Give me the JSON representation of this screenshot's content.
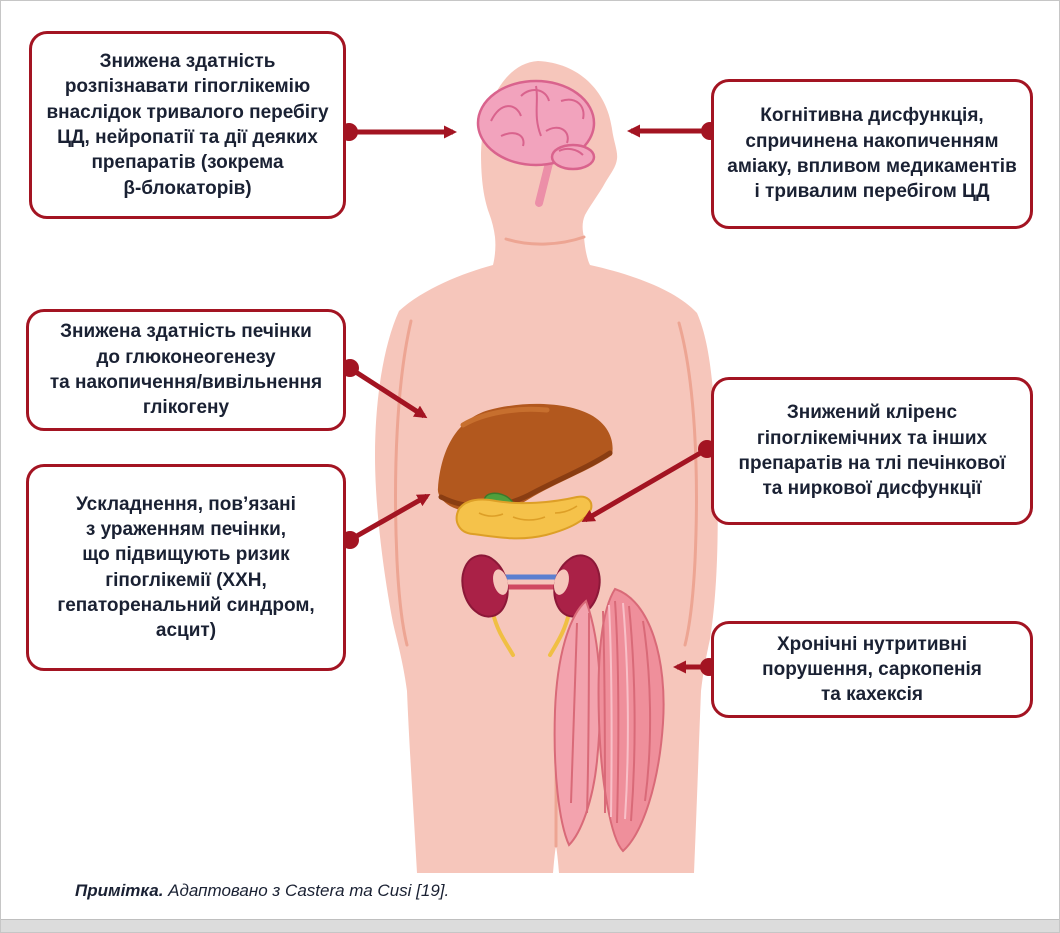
{
  "callouts": [
    {
      "target": "brain",
      "text": "Знижена здатність\nрозпізнавати гіпоглікемію\nвнаслідок тривалого перебігу\nЦД, нейропатії та дії деяких\nпрепаратів (зокрема\nβ-блокаторів)"
    },
    {
      "target": "brain",
      "text": "Когнітивна дисфункція,\nспричинена накопиченням\nаміаку, впливом медикаментів\nі тривалим перебігом ЦД"
    },
    {
      "target": "liver",
      "text": "Знижена здатність печінки\nдо глюконеогенезу\nта накопичення/вивільнення\nглікогену"
    },
    {
      "target": "liver",
      "text": "Ускладнення, пов’язані\nз ураженням печінки,\nщо підвищують ризик\nгіпоглікемії (ХХН,\nгепаторенальний синдром,\nасцит)"
    },
    {
      "target": "kidneys-pancreas",
      "text": "Знижений кліренс\nгіпоглікемічних та інших\nпрепаратів на тлі печінкової\nта ниркової дисфункції"
    },
    {
      "target": "thigh-muscle",
      "text": "Хронічні нутритивні\nпорушення, саркопенія\nта кахексія"
    }
  ],
  "note": {
    "label": "Примітка.",
    "text": " Адаптовано з Castera та Cusi [19]."
  },
  "organs": [
    "brain",
    "liver",
    "gallbladder",
    "pancreas",
    "kidneys",
    "thigh-muscle"
  ],
  "colors": {
    "accent": "#a31422",
    "text": "#1a2133",
    "body": "#f6c6bb",
    "body_shade": "#eda593",
    "brain": "#f2a3bd",
    "brain_lines": "#d9638d",
    "liver": "#b2581e",
    "liver_dark": "#8a3d12",
    "gallbladder": "#4f9f3c",
    "pancreas": "#f5c24a",
    "kidney": "#aa2147",
    "ureter": "#f0bf43",
    "vein": "#5b7fd0",
    "artery": "#d04a62",
    "muscle": "#ef8f9b",
    "muscle_lines": "#d96a78"
  }
}
